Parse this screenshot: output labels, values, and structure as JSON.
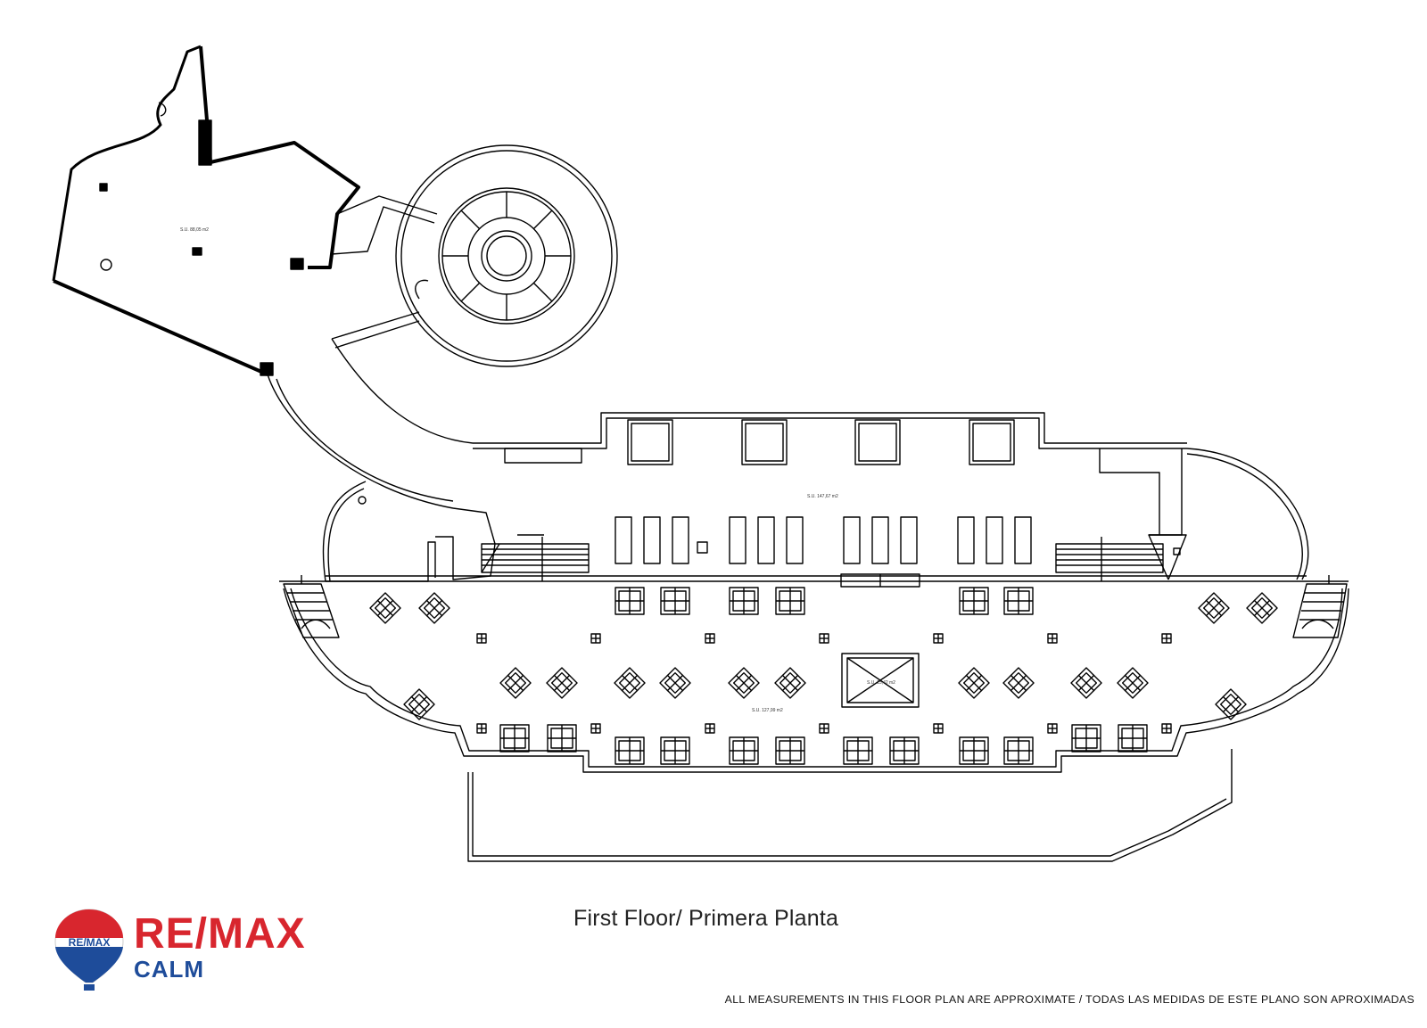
{
  "title": "First Floor/ Primera Planta",
  "disclaimer": "ALL MEASUREMENTS IN THIS FLOOR PLAN ARE APPROXIMATE / TODAS LAS MEDIDAS DE ESTE PLANO SON APROXIMADAS",
  "brand": {
    "name": "RE/MAX",
    "office": "CALM",
    "balloon_text": "RE/MAX",
    "colors": {
      "red": "#d8262e",
      "blue": "#1e4c9a",
      "white": "#ffffff"
    }
  },
  "rooms": [
    {
      "id": "west-wing",
      "area_label": "S.U. 88,05 m2"
    },
    {
      "id": "north-hall",
      "area_label": "S.U. 147,67 m2"
    },
    {
      "id": "main-terrace",
      "area_label": "S.U. 127,99 m2"
    },
    {
      "id": "center-box",
      "area_label": "S.U. 15,42 m2"
    }
  ],
  "colors": {
    "line": "#000000",
    "background": "#ffffff"
  }
}
